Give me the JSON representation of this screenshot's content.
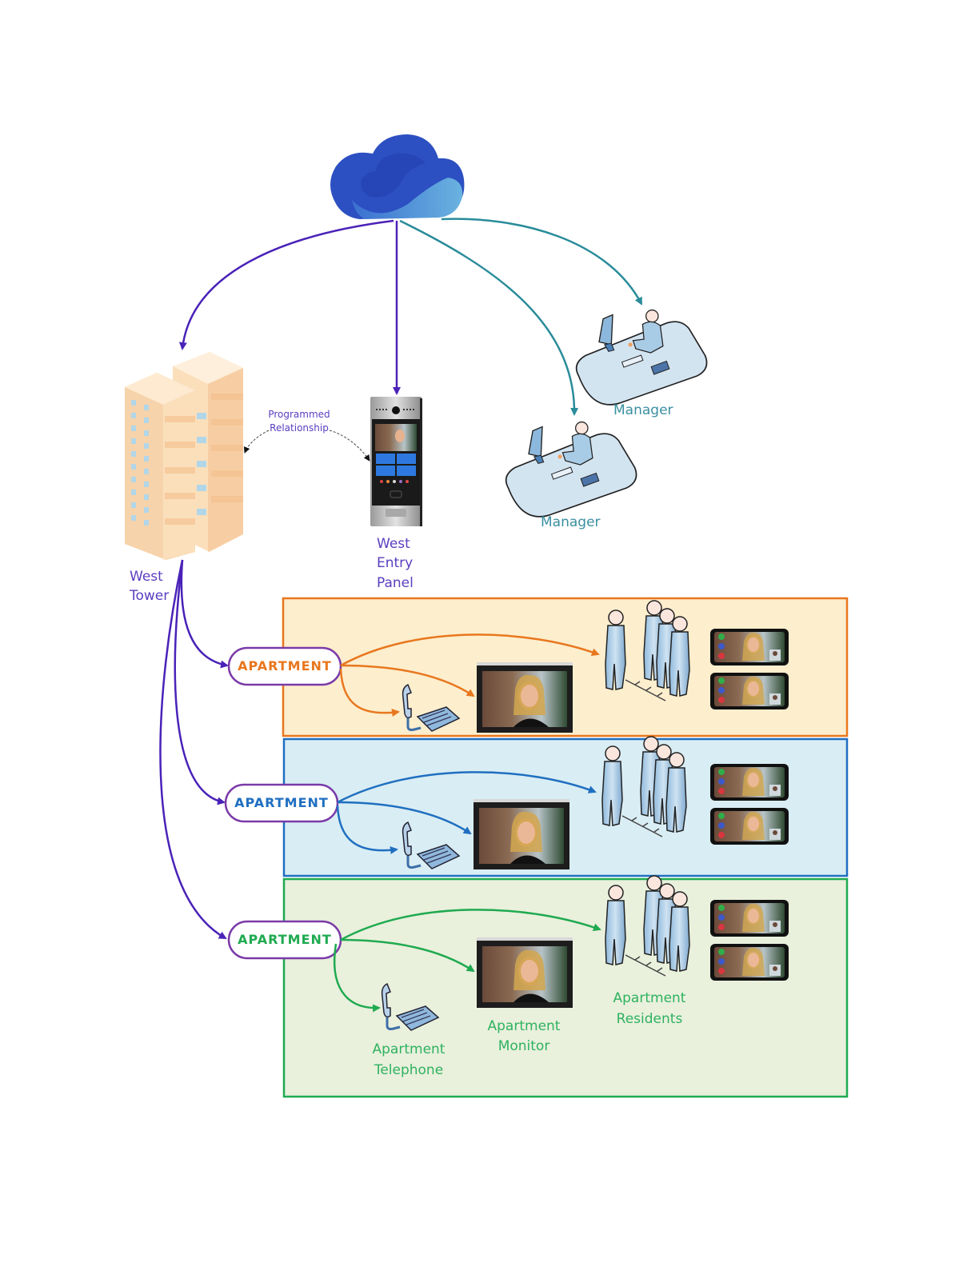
{
  "colors": {
    "purple": "#4a22b8",
    "purple_label": "#5a3ec0",
    "teal": "#2a8c9a",
    "teal_label": "#3a8fa0",
    "orange": "#e8771e",
    "blue": "#1f6fc0",
    "green": "#1faa50",
    "green_label": "#2fb260",
    "pill_border": "#7a3aa8",
    "orange_fill": "#fdeecd",
    "blue_fill": "#d9edf4",
    "green_fill": "#e9f0dc"
  },
  "cloud": {
    "name": "cloud-service"
  },
  "west_tower": {
    "label_line1": "West",
    "label_line2": "Tower"
  },
  "entry_panel": {
    "label_line1": "West",
    "label_line2": "Entry",
    "label_line3": "Panel"
  },
  "programmed_relationship": {
    "line1": "Programmed",
    "line2": "Relationship"
  },
  "managers": [
    {
      "label": "Manager"
    },
    {
      "label": "Manager"
    }
  ],
  "apartments": [
    {
      "pill_label": "APARTMENT",
      "theme": "orange"
    },
    {
      "pill_label": "APARTMENT",
      "theme": "blue"
    },
    {
      "pill_label": "APARTMENT",
      "theme": "green"
    }
  ],
  "device_labels": {
    "telephone_line1": "Apartment",
    "telephone_line2": "Telephone",
    "monitor_line1": "Apartment",
    "monitor_line2": "Monitor",
    "residents_line1": "Apartment",
    "residents_line2": "Residents"
  }
}
